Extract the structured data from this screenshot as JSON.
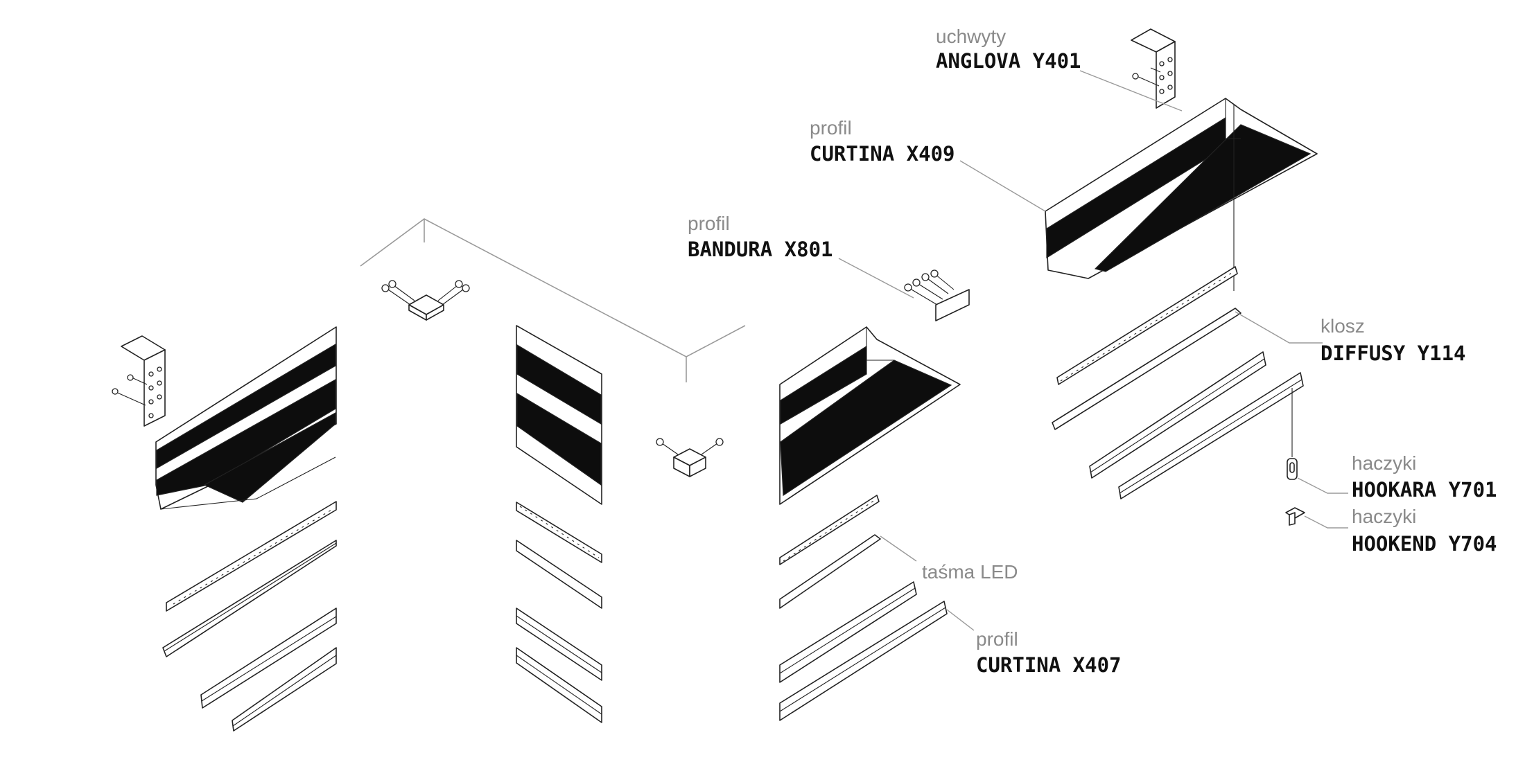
{
  "labels": {
    "anglova": {
      "category": "uchwyty",
      "code": "ANGLOVA Y401"
    },
    "curtina_x409": {
      "category": "profil",
      "code": "CURTINA X409"
    },
    "bandura": {
      "category": "profil",
      "code": "BANDURA X801"
    },
    "diffusy": {
      "category": "klosz",
      "code": "DIFFUSY Y114"
    },
    "hookara": {
      "category": "haczyki",
      "code": "HOOKARA Y701"
    },
    "hookend": {
      "category": "haczyki",
      "code": "HOOKEND Y704"
    },
    "led": {
      "category": "taśma LED"
    },
    "curtina_x407": {
      "category": "profil",
      "code": "CURTINA X407"
    }
  },
  "colors": {
    "category_text": "#8a8a8a",
    "code_text": "#111111",
    "line": "#222222",
    "fill_dark": "#0d0d0d"
  }
}
